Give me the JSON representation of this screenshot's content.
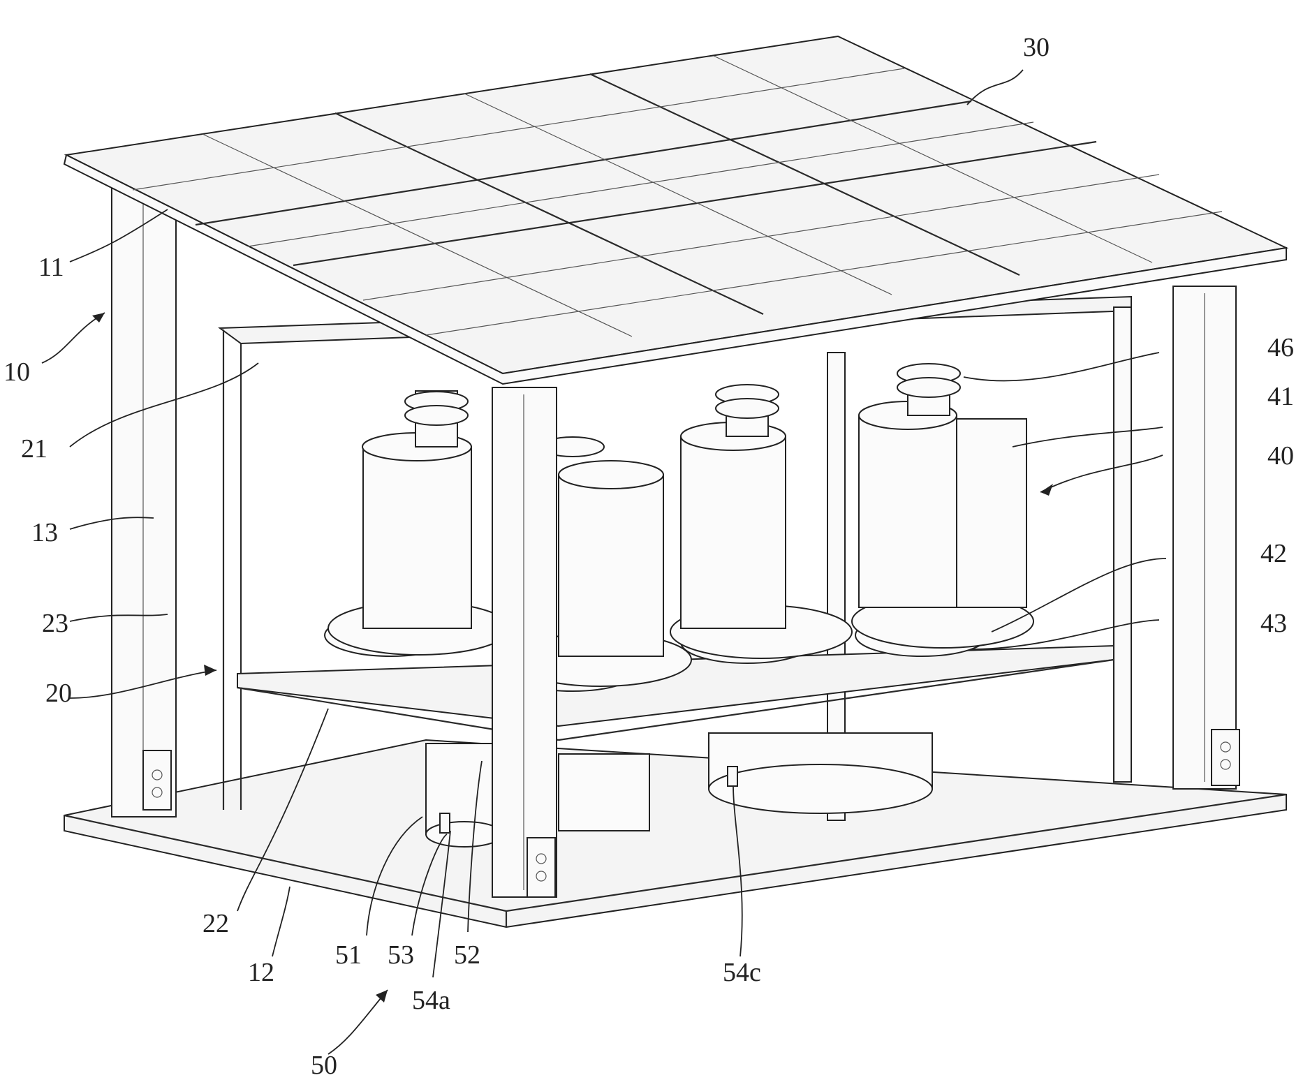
{
  "figure": {
    "labels": [
      {
        "id": "30",
        "text": "30"
      },
      {
        "id": "11",
        "text": "11"
      },
      {
        "id": "10",
        "text": "10"
      },
      {
        "id": "46",
        "text": "46"
      },
      {
        "id": "41",
        "text": "41"
      },
      {
        "id": "21",
        "text": "21"
      },
      {
        "id": "40",
        "text": "40"
      },
      {
        "id": "13",
        "text": "13"
      },
      {
        "id": "42",
        "text": "42"
      },
      {
        "id": "23",
        "text": "23"
      },
      {
        "id": "43",
        "text": "43"
      },
      {
        "id": "20",
        "text": "20"
      },
      {
        "id": "22",
        "text": "22"
      },
      {
        "id": "12",
        "text": "12"
      },
      {
        "id": "51",
        "text": "51"
      },
      {
        "id": "53",
        "text": "53"
      },
      {
        "id": "52",
        "text": "52"
      },
      {
        "id": "54a",
        "text": "54a"
      },
      {
        "id": "54c",
        "text": "54c"
      },
      {
        "id": "50",
        "text": "50"
      }
    ]
  }
}
